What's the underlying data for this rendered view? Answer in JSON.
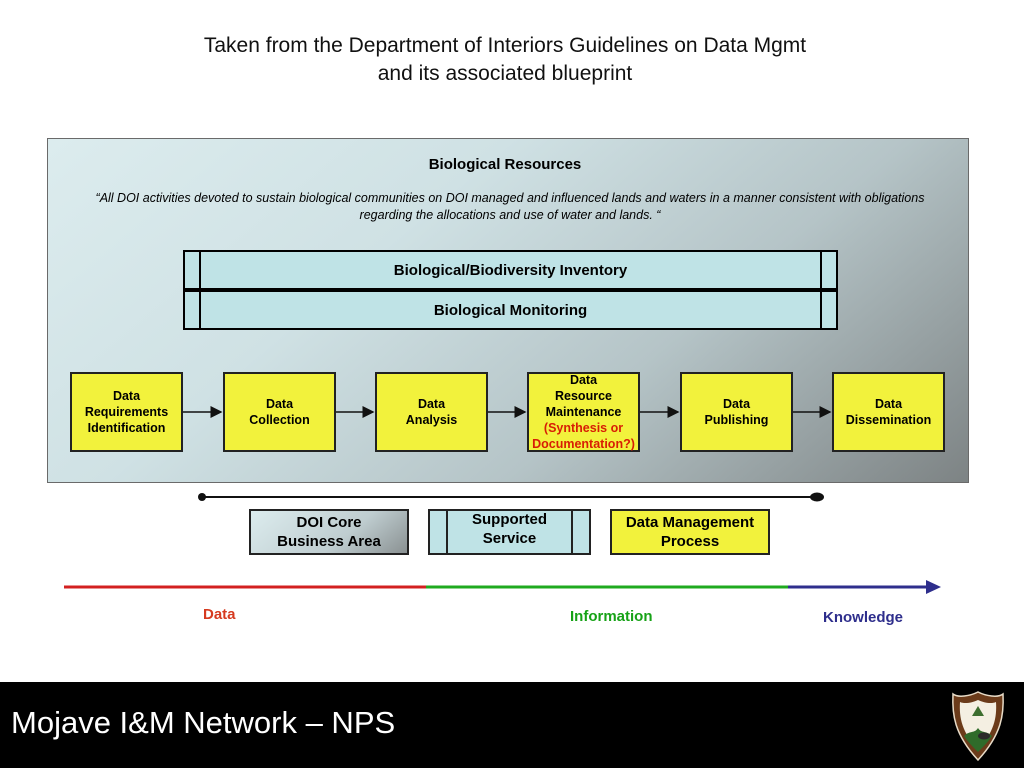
{
  "header": {
    "title_line1": "Taken from the Department of Interiors Guidelines on Data Mgmt",
    "title_line2": "and its associated blueprint"
  },
  "panel": {
    "title": "Biological Resources",
    "quote": "“All DOI activities devoted to sustain biological communities on DOI managed and influenced lands and waters in a manner consistent with obligations regarding the allocations and use of water and lands. “",
    "services": [
      "Biological/Biodiversity Inventory",
      "Biological Monitoring"
    ],
    "processes": [
      {
        "lines": [
          "Data",
          "Requirements",
          "Identification"
        ],
        "note": []
      },
      {
        "lines": [
          "Data",
          "Collection"
        ],
        "note": []
      },
      {
        "lines": [
          "Data",
          "Analysis"
        ],
        "note": []
      },
      {
        "lines": [
          "Data",
          "Resource",
          "Maintenance"
        ],
        "note": [
          "(Synthesis or",
          "Documentation?)"
        ]
      },
      {
        "lines": [
          "Data",
          "Publishing"
        ],
        "note": []
      },
      {
        "lines": [
          "Data",
          "Dissemination"
        ],
        "note": []
      }
    ]
  },
  "legend": {
    "core": [
      "DOI Core",
      "Business Area"
    ],
    "service": [
      "Supported",
      "Service"
    ],
    "process": [
      "Data Management",
      "Process"
    ]
  },
  "continuum": {
    "data": "Data",
    "information": "Information",
    "knowledge": "Knowledge",
    "colors": {
      "data": "#d63a1f",
      "information": "#16a216",
      "knowledge": "#2e2e8c"
    }
  },
  "footer": {
    "text": "Mojave I&M Network – NPS",
    "logo_icon": "nps-arrowhead-icon"
  }
}
